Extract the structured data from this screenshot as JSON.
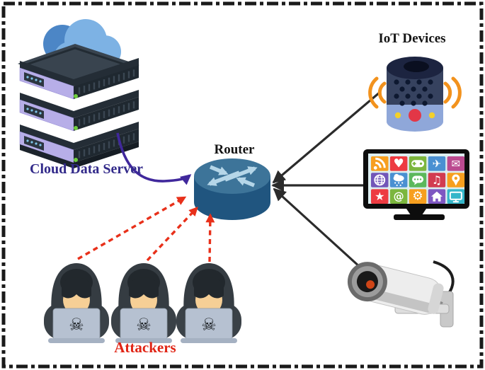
{
  "figure": {
    "type": "network-attack-diagram",
    "labels": {
      "cloud_server": "Cloud Data Server",
      "router": "Router",
      "iot_devices": "IoT Devices",
      "attackers": "Attackers"
    },
    "colors": {
      "cloud_server_label": "#322a8a",
      "router_label": "#141414",
      "iot_label": "#141414",
      "attackers_label": "#e02415",
      "attack_arrow": "#e8301a",
      "server_link": "#40289c",
      "iot_link": "#2b2b2b",
      "border": "#1a1a1a"
    },
    "attackers": {
      "count": 3,
      "laptop_glyph": "☠"
    },
    "edges": [
      {
        "from": "cloud-data-server",
        "to": "router",
        "style": "solid-curve",
        "color": "#40289c"
      },
      {
        "from": "smart-speaker",
        "to": "router",
        "style": "solid",
        "color": "#2b2b2b"
      },
      {
        "from": "smart-tv",
        "to": "router",
        "style": "solid",
        "color": "#2b2b2b"
      },
      {
        "from": "cctv-camera",
        "to": "router",
        "style": "solid",
        "color": "#2b2b2b"
      },
      {
        "from": "attacker-1",
        "to": "router",
        "style": "dashed",
        "color": "#e8301a"
      },
      {
        "from": "attacker-2",
        "to": "router",
        "style": "dashed",
        "color": "#e8301a"
      },
      {
        "from": "attacker-3",
        "to": "router",
        "style": "dashed",
        "color": "#e8301a"
      }
    ],
    "tv_tiles": [
      {
        "icon": "rss",
        "bg": "#f79f1f"
      },
      {
        "icon": "heart",
        "bg": "#ed3b42"
      },
      {
        "icon": "gamepad",
        "bg": "#7cb63e"
      },
      {
        "icon": "airplane",
        "bg": "#4a90d2"
      },
      {
        "icon": "mail",
        "bg": "#bb4a90"
      },
      {
        "icon": "globe",
        "bg": "#7256b8"
      },
      {
        "icon": "weather",
        "bg": "#4a90d2"
      },
      {
        "icon": "chat",
        "bg": "#5cb85c"
      },
      {
        "icon": "music",
        "bg": "#d23b50"
      },
      {
        "icon": "pin",
        "bg": "#f79f1f"
      },
      {
        "icon": "star",
        "bg": "#ed3b42"
      },
      {
        "icon": "at",
        "bg": "#7cb63e"
      },
      {
        "icon": "gear",
        "bg": "#f79f1f"
      },
      {
        "icon": "home",
        "bg": "#7e57c2"
      },
      {
        "icon": "monitor",
        "bg": "#35b6c9"
      }
    ]
  }
}
